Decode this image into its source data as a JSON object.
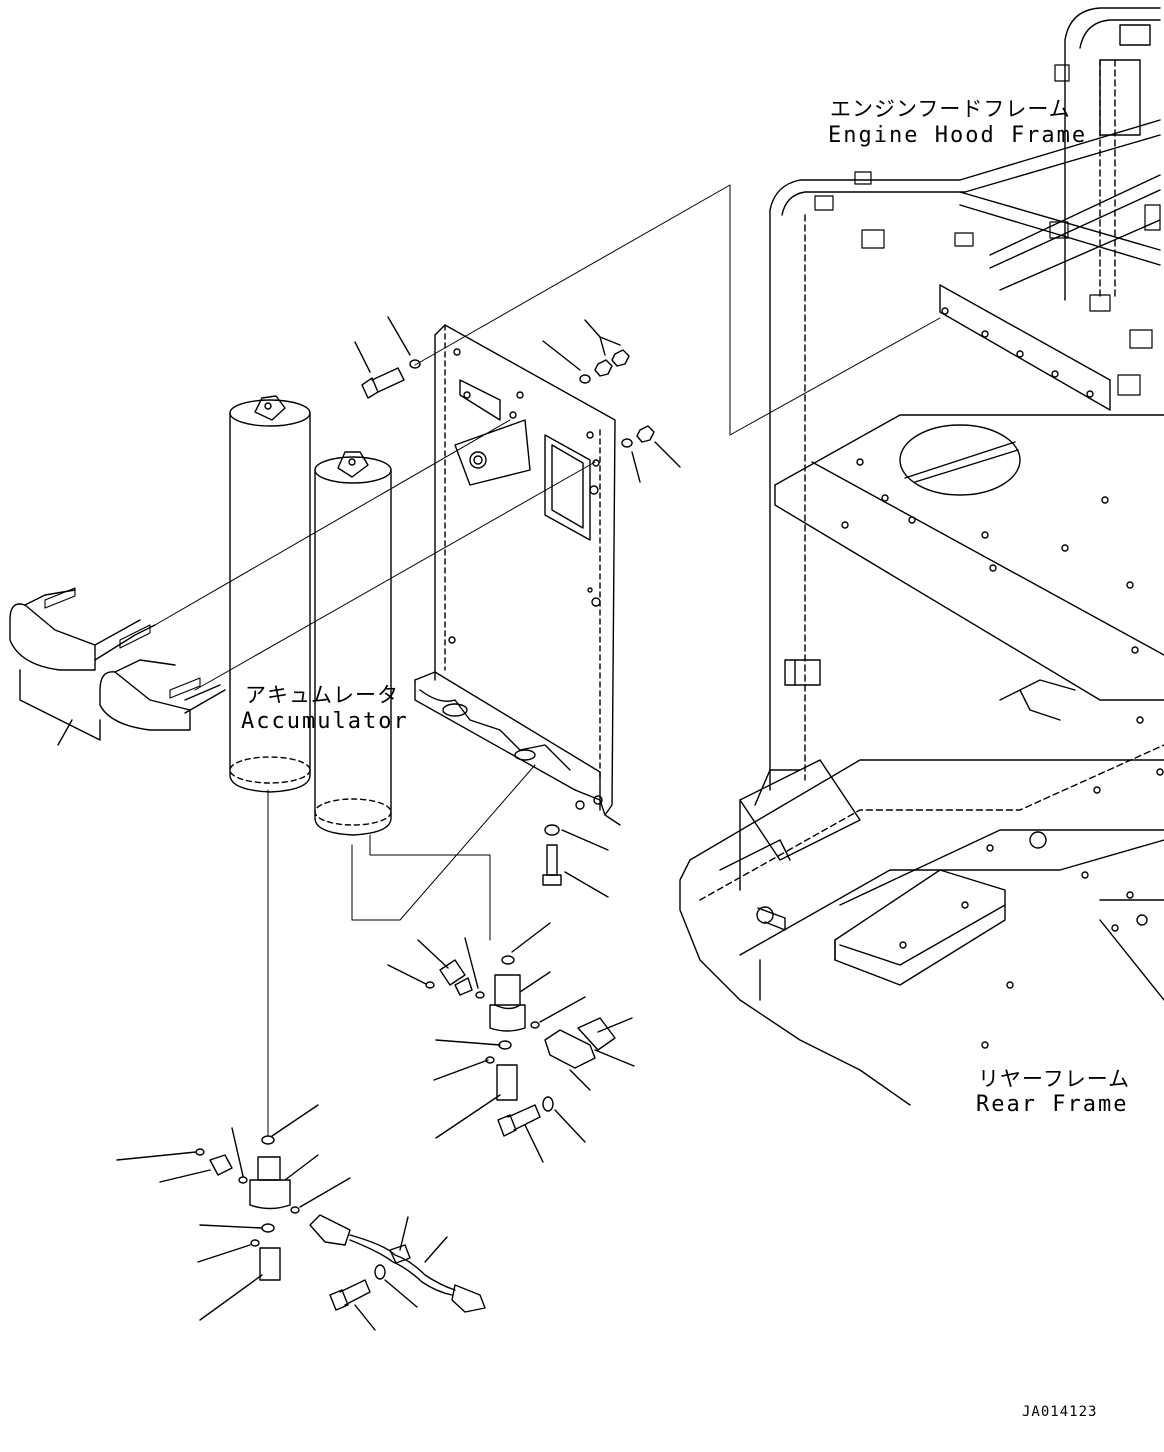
{
  "labels": {
    "engine_hood_frame": {
      "jp": "エンジンフードフレーム",
      "en": "Engine Hood Frame"
    },
    "accumulator": {
      "jp": "アキュムレータ",
      "en": "Accumulator"
    },
    "rear_frame": {
      "jp": "リヤーフレーム",
      "en": "Rear Frame"
    }
  },
  "drawing_id": "JA014123"
}
